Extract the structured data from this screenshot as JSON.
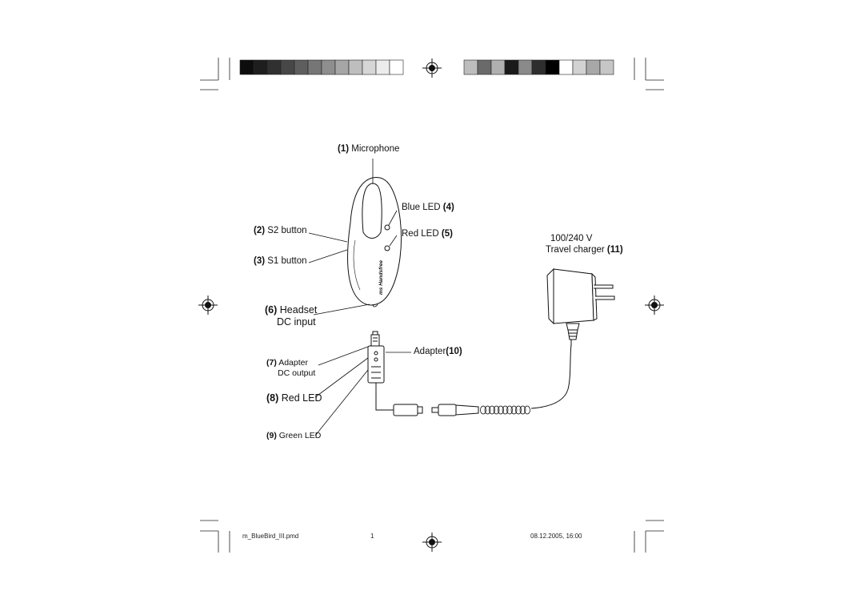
{
  "callouts": {
    "microphone": {
      "num": "(1)",
      "text": "Microphone"
    },
    "s2_button": {
      "num": "(2)",
      "text": "S2 button"
    },
    "s1_button": {
      "num": "(3)",
      "text": "S1 button"
    },
    "blue_led": {
      "text": "Blue LED",
      "num": "(4)"
    },
    "red_led_headset": {
      "text": "Red LED",
      "num": "(5)"
    },
    "headset_dc_input": {
      "num": "(6)",
      "line1": "Headset",
      "line2": "DC input"
    },
    "adapter_dc_output": {
      "num": "(7)",
      "line1": "Adapter",
      "line2": "DC output"
    },
    "red_led_adapter": {
      "num": "(8)",
      "text": "Red LED"
    },
    "green_led": {
      "num": "(9)",
      "text": "Green LED"
    },
    "adapter": {
      "text": "Adapter",
      "num": "(10)"
    },
    "voltage": {
      "text": "100/240 V"
    },
    "travel_charger": {
      "text": "Travel charger",
      "num": "(11)"
    }
  },
  "device_brand": "Handsfree",
  "device_brand_prefix": "ms",
  "footer": {
    "filename": "m_BlueBird_III.pmd",
    "page": "1",
    "datetime": "08.12.2005, 16:00"
  },
  "print_marks": {
    "colors": {
      "left_bar": [
        "#0d0d0d",
        "#1e1e1e",
        "#303030",
        "#474747",
        "#5e5e5e",
        "#767676",
        "#8e8e8e",
        "#a6a6a6",
        "#bebebe",
        "#d6d6d6",
        "#ececec",
        "#ffffff"
      ],
      "right_bar": [
        "#bdbdbd",
        "#6a6a6a",
        "#b0b0b0",
        "#1a1a1a",
        "#8a8a8a",
        "#2e2e2e",
        "#000000",
        "#ffffff",
        "#d2d2d2",
        "#a8a8a8",
        "#c6c6c6"
      ]
    }
  }
}
